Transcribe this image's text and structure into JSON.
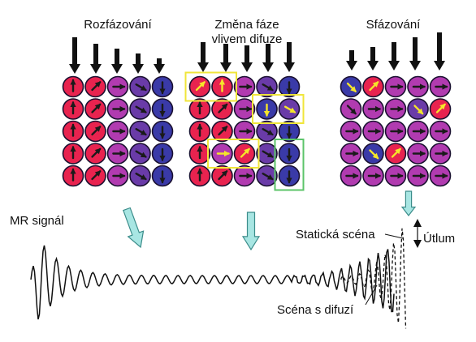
{
  "panels": [
    {
      "title": "Rozfázování",
      "rows": [
        [
          "red",
          "red",
          "magenta",
          "purple",
          "blue"
        ],
        [
          "red",
          "red",
          "magenta",
          "purple",
          "blue"
        ],
        [
          "red",
          "red",
          "magenta",
          "purple",
          "blue"
        ],
        [
          "red",
          "red",
          "magenta",
          "purple",
          "blue"
        ],
        [
          "red",
          "red",
          "magenta",
          "purple",
          "blue"
        ]
      ],
      "spins": [
        [
          0,
          45,
          90,
          120,
          180
        ],
        [
          0,
          45,
          90,
          120,
          180
        ],
        [
          0,
          45,
          90,
          120,
          180
        ],
        [
          0,
          45,
          90,
          120,
          180
        ],
        [
          0,
          45,
          90,
          120,
          180
        ]
      ],
      "highlights": []
    },
    {
      "title_lines": [
        "Změna fáze",
        "vlivem difuze"
      ],
      "rows": [
        [
          "red",
          "red",
          "magenta",
          "purple",
          "blue"
        ],
        [
          "red",
          "red",
          "magenta",
          "blue",
          "purple"
        ],
        [
          "red",
          "red",
          "magenta",
          "purple",
          "blue"
        ],
        [
          "red",
          "magenta",
          "red",
          "purple",
          "blue"
        ],
        [
          "red",
          "red",
          "magenta",
          "purple",
          "blue"
        ]
      ],
      "spins": [
        [
          45,
          0,
          90,
          120,
          180
        ],
        [
          0,
          45,
          90,
          180,
          120
        ],
        [
          0,
          45,
          90,
          120,
          180
        ],
        [
          0,
          90,
          45,
          120,
          180
        ],
        [
          0,
          45,
          90,
          120,
          180
        ]
      ],
      "highlights": [
        {
          "color": "yellow",
          "cells": [
            [
              0,
              0
            ],
            [
              0,
              1
            ]
          ]
        },
        {
          "color": "yellow",
          "cells": [
            [
              1,
              3
            ],
            [
              1,
              4
            ]
          ]
        },
        {
          "color": "yellow",
          "cells": [
            [
              3,
              1
            ],
            [
              3,
              2
            ]
          ]
        },
        {
          "color": "green",
          "cells": [
            [
              3,
              4
            ],
            [
              4,
              4
            ]
          ]
        }
      ]
    },
    {
      "title": "Sfázování",
      "rows": [
        [
          "blue",
          "red",
          "magenta",
          "magenta",
          "magenta"
        ],
        [
          "magenta",
          "magenta",
          "magenta",
          "purple",
          "red"
        ],
        [
          "magenta",
          "magenta",
          "magenta",
          "magenta",
          "magenta"
        ],
        [
          "magenta",
          "blue",
          "red",
          "magenta",
          "magenta"
        ],
        [
          "magenta",
          "magenta",
          "magenta",
          "magenta",
          "magenta"
        ]
      ],
      "spins": [
        [
          135,
          45,
          90,
          90,
          90
        ],
        [
          135,
          90,
          90,
          135,
          45
        ],
        [
          90,
          90,
          90,
          90,
          90
        ],
        [
          90,
          135,
          45,
          90,
          90
        ],
        [
          90,
          90,
          90,
          90,
          90
        ]
      ],
      "highlights": []
    }
  ],
  "colors": {
    "red": "#e8234f",
    "magenta": "#b13bb0",
    "purple": "#6a3ba8",
    "blue": "#3a3aa8",
    "spin_arrow": "#1a1a1a",
    "moved_arrow": "#f5e62a",
    "yellow_box": "#f0e63a",
    "green_box": "#5cc46a",
    "down_arrow_fill": "#a8e6e3",
    "down_arrow_stroke": "#3b8c8a"
  },
  "labels": {
    "signal": "MR signál",
    "static_scene": "Statická scéna",
    "attenuation": "Útlum",
    "diffusion_scene": "Scéna s difuzí"
  }
}
